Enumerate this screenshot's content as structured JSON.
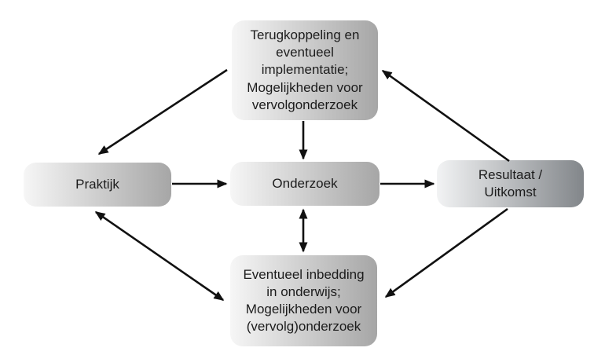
{
  "nodes": {
    "feedback": {
      "label": "Terugkoppeling en\neventueel\nimplementatie;\nMogelijkheden voor\nvervolgonderzoek"
    },
    "praktijk": {
      "label": "Praktijk"
    },
    "onderzoek": {
      "label": "Onderzoek"
    },
    "resultaat": {
      "label": "Resultaat /\nUitkomst"
    },
    "inbedding": {
      "label": "Eventueel inbedding\nin onderwijs;\nMogelijkheden voor\n(vervolg)onderzoek"
    }
  },
  "arrows": [
    {
      "name": "feedback-to-praktijk",
      "from": "feedback",
      "to": "praktijk",
      "bidirectional": false
    },
    {
      "name": "resultaat-to-feedback",
      "from": "resultaat",
      "to": "feedback",
      "bidirectional": false
    },
    {
      "name": "feedback-to-onderzoek",
      "from": "feedback",
      "to": "onderzoek",
      "bidirectional": false
    },
    {
      "name": "praktijk-to-onderzoek",
      "from": "praktijk",
      "to": "onderzoek",
      "bidirectional": false
    },
    {
      "name": "onderzoek-to-resultaat",
      "from": "onderzoek",
      "to": "resultaat",
      "bidirectional": false
    },
    {
      "name": "onderzoek-inbedding",
      "from": "onderzoek",
      "to": "inbedding",
      "bidirectional": true
    },
    {
      "name": "praktijk-inbedding",
      "from": "praktijk",
      "to": "inbedding",
      "bidirectional": true
    },
    {
      "name": "resultaat-to-inbedding",
      "from": "resultaat",
      "to": "inbedding",
      "bidirectional": false
    }
  ],
  "colors": {
    "box-light": "#f6f6f6",
    "box-dark": "#a6a6a6",
    "result-light": "#f2f3f4",
    "result-dark": "#82868a",
    "arrow-color": "#111111",
    "text-color": "#1c1c1c",
    "bg-color": "#ffffff"
  }
}
